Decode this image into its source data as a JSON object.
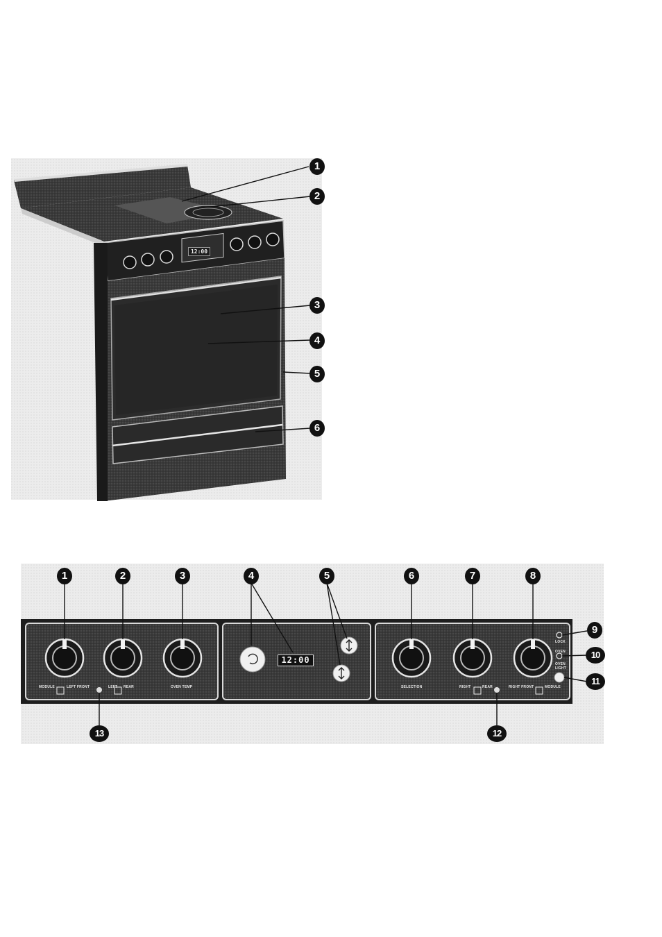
{
  "figure1": {
    "callouts": [
      "1",
      "2",
      "3",
      "4",
      "5",
      "6"
    ]
  },
  "figure2": {
    "callouts": [
      "1",
      "2",
      "3",
      "4",
      "5",
      "6",
      "7",
      "8",
      "9",
      "10",
      "11",
      "12",
      "13"
    ],
    "panel_labels": {
      "module_left": "MODULE",
      "left_front": "LEFT FRONT",
      "left_rear_left": "LEFT",
      "left_rear_right": "REAR",
      "oven_temp": "OVEN TEMP",
      "selection": "SELECTION",
      "right_rear_left": "RIGHT",
      "right_rear_right": "REAR",
      "right_front": "RIGHT FRONT",
      "module_right": "MODULE",
      "lock": "LOCK",
      "oven": "OVEN",
      "oven_light": "OVEN LIGHT"
    },
    "clock_display": "12:00",
    "small_clock_display": "12:00"
  },
  "colors": {
    "appliance_dark": "#2a2a2a",
    "panel_trim": "#d9d9d9",
    "callout_fill": "#111111"
  }
}
